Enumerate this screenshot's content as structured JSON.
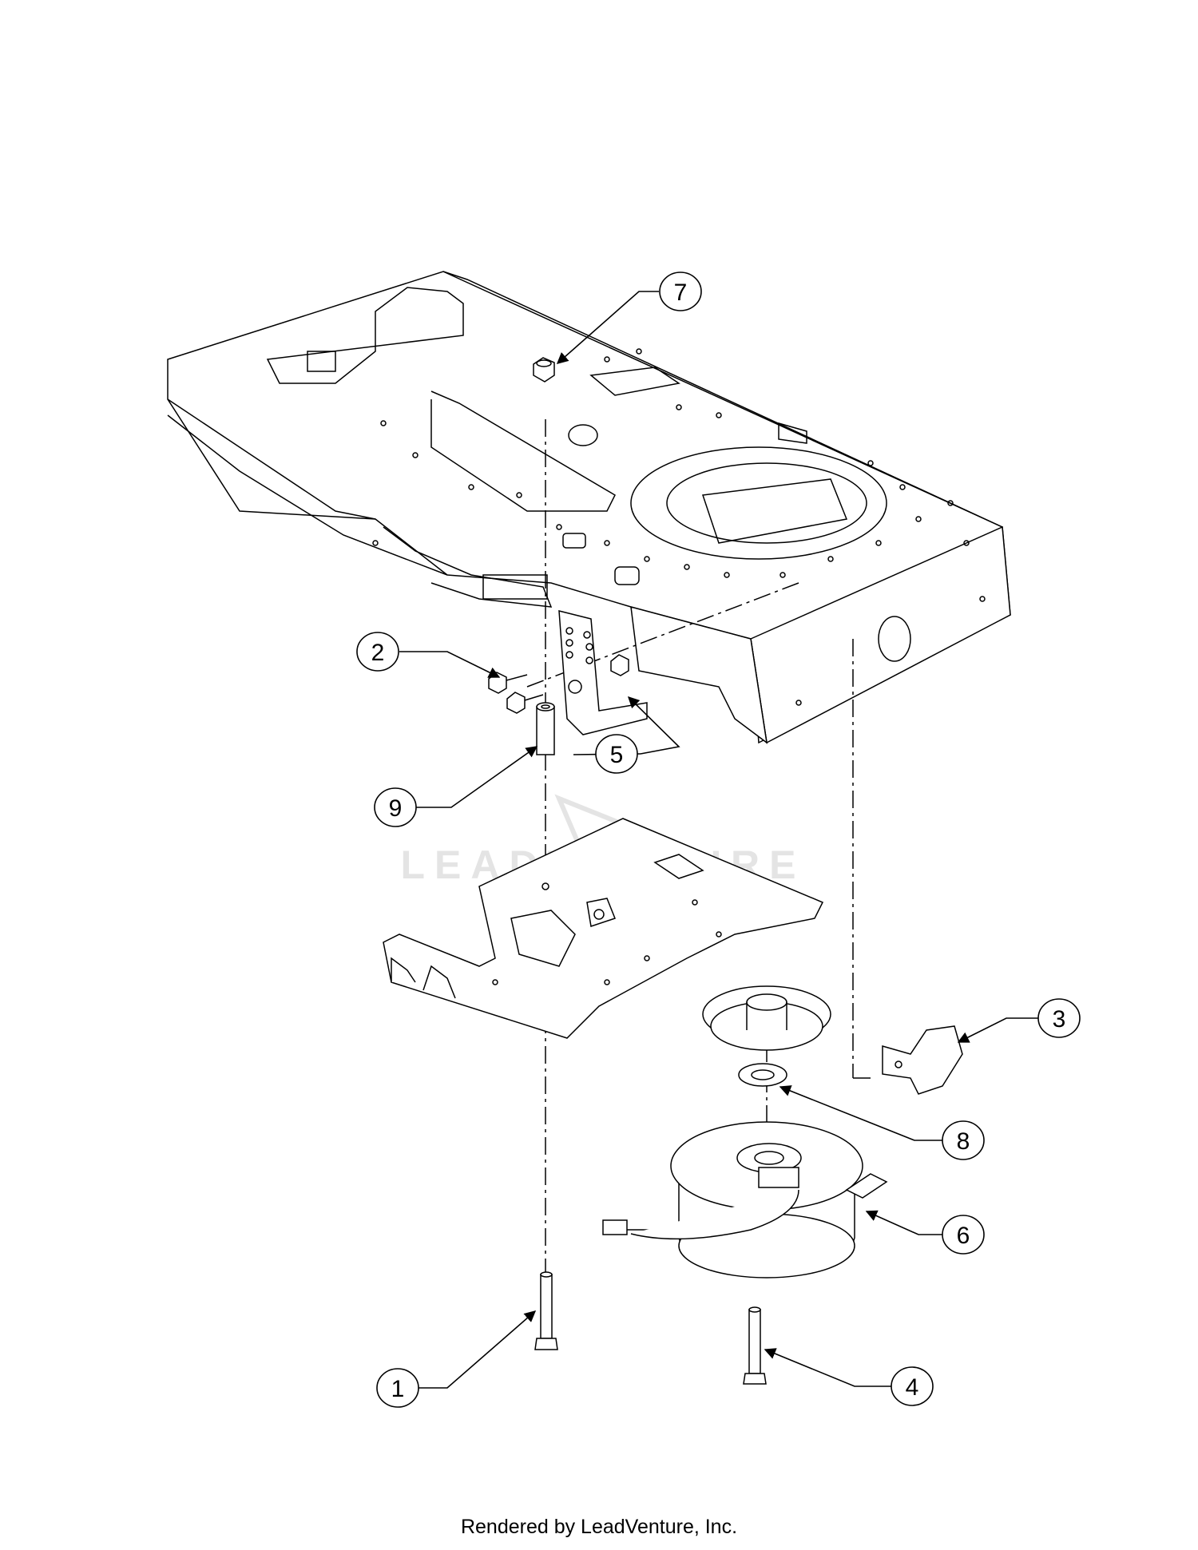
{
  "diagram": {
    "watermark": "LEADVENTURE",
    "footer": "Rendered by LeadVenture, Inc.",
    "callouts": [
      {
        "id": "1",
        "label": "1"
      },
      {
        "id": "2",
        "label": "2"
      },
      {
        "id": "3",
        "label": "3"
      },
      {
        "id": "4",
        "label": "4"
      },
      {
        "id": "5",
        "label": "5"
      },
      {
        "id": "6",
        "label": "6"
      },
      {
        "id": "7",
        "label": "7"
      },
      {
        "id": "8",
        "label": "8"
      },
      {
        "id": "9",
        "label": "9"
      }
    ]
  }
}
